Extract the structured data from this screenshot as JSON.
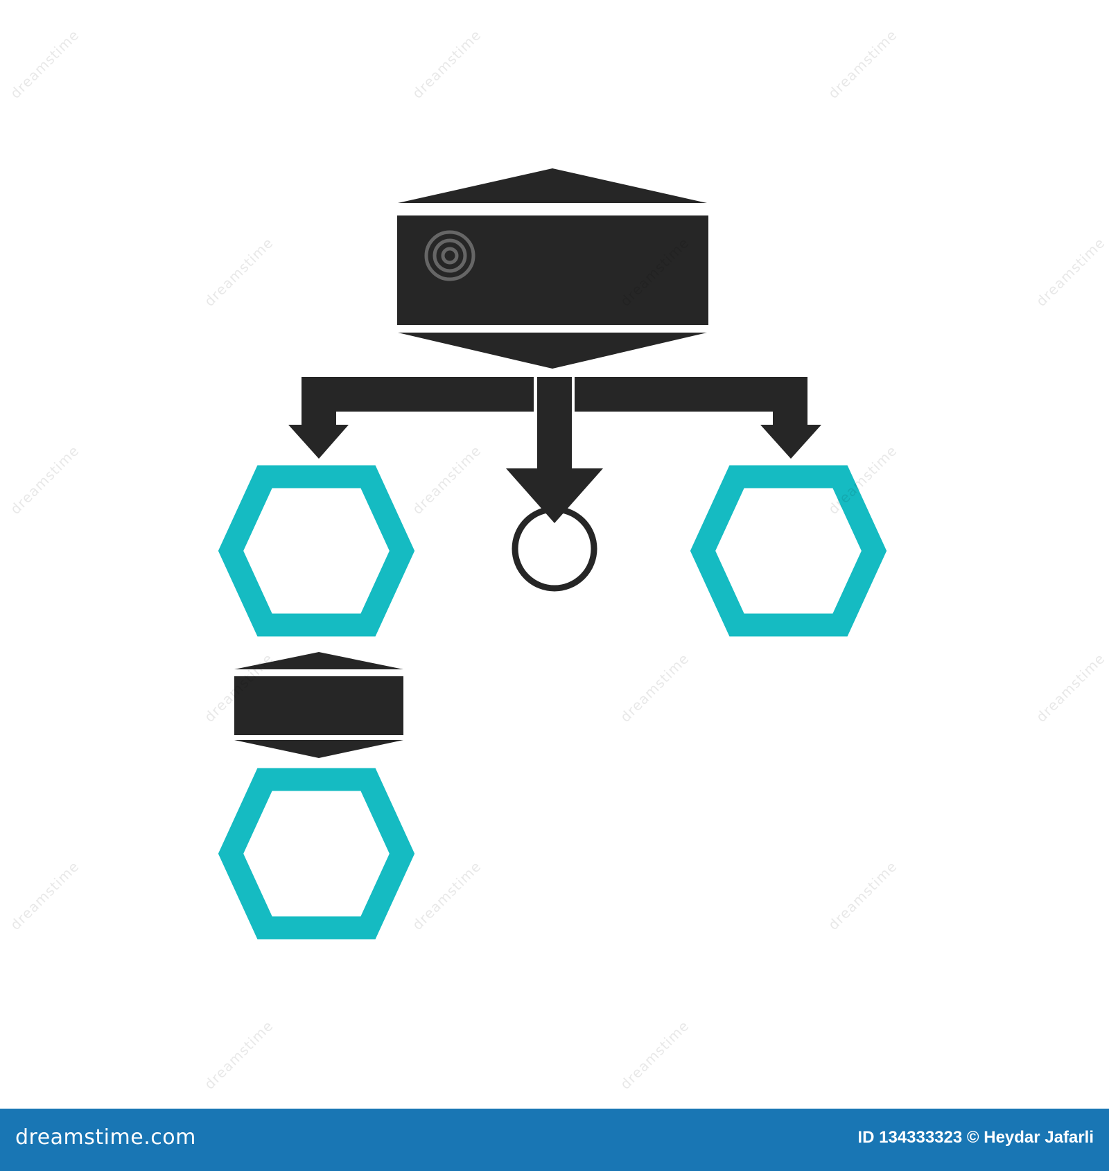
{
  "diagram": {
    "colors": {
      "dark": "#262626",
      "accent": "#15bbc2",
      "background": "#ffffff",
      "footer_bar": "#1976b4",
      "footer_text": "#ffffff"
    },
    "icons": [
      "flowchart-icon",
      "hexagon-icon",
      "arrow-down-icon",
      "circle-icon",
      "database-block-icon"
    ]
  },
  "watermark": {
    "text": "dreamstime"
  },
  "footer": {
    "brand": "dreamstime.com",
    "id_credit": "ID 134333323 © Heydar Jafarli"
  }
}
